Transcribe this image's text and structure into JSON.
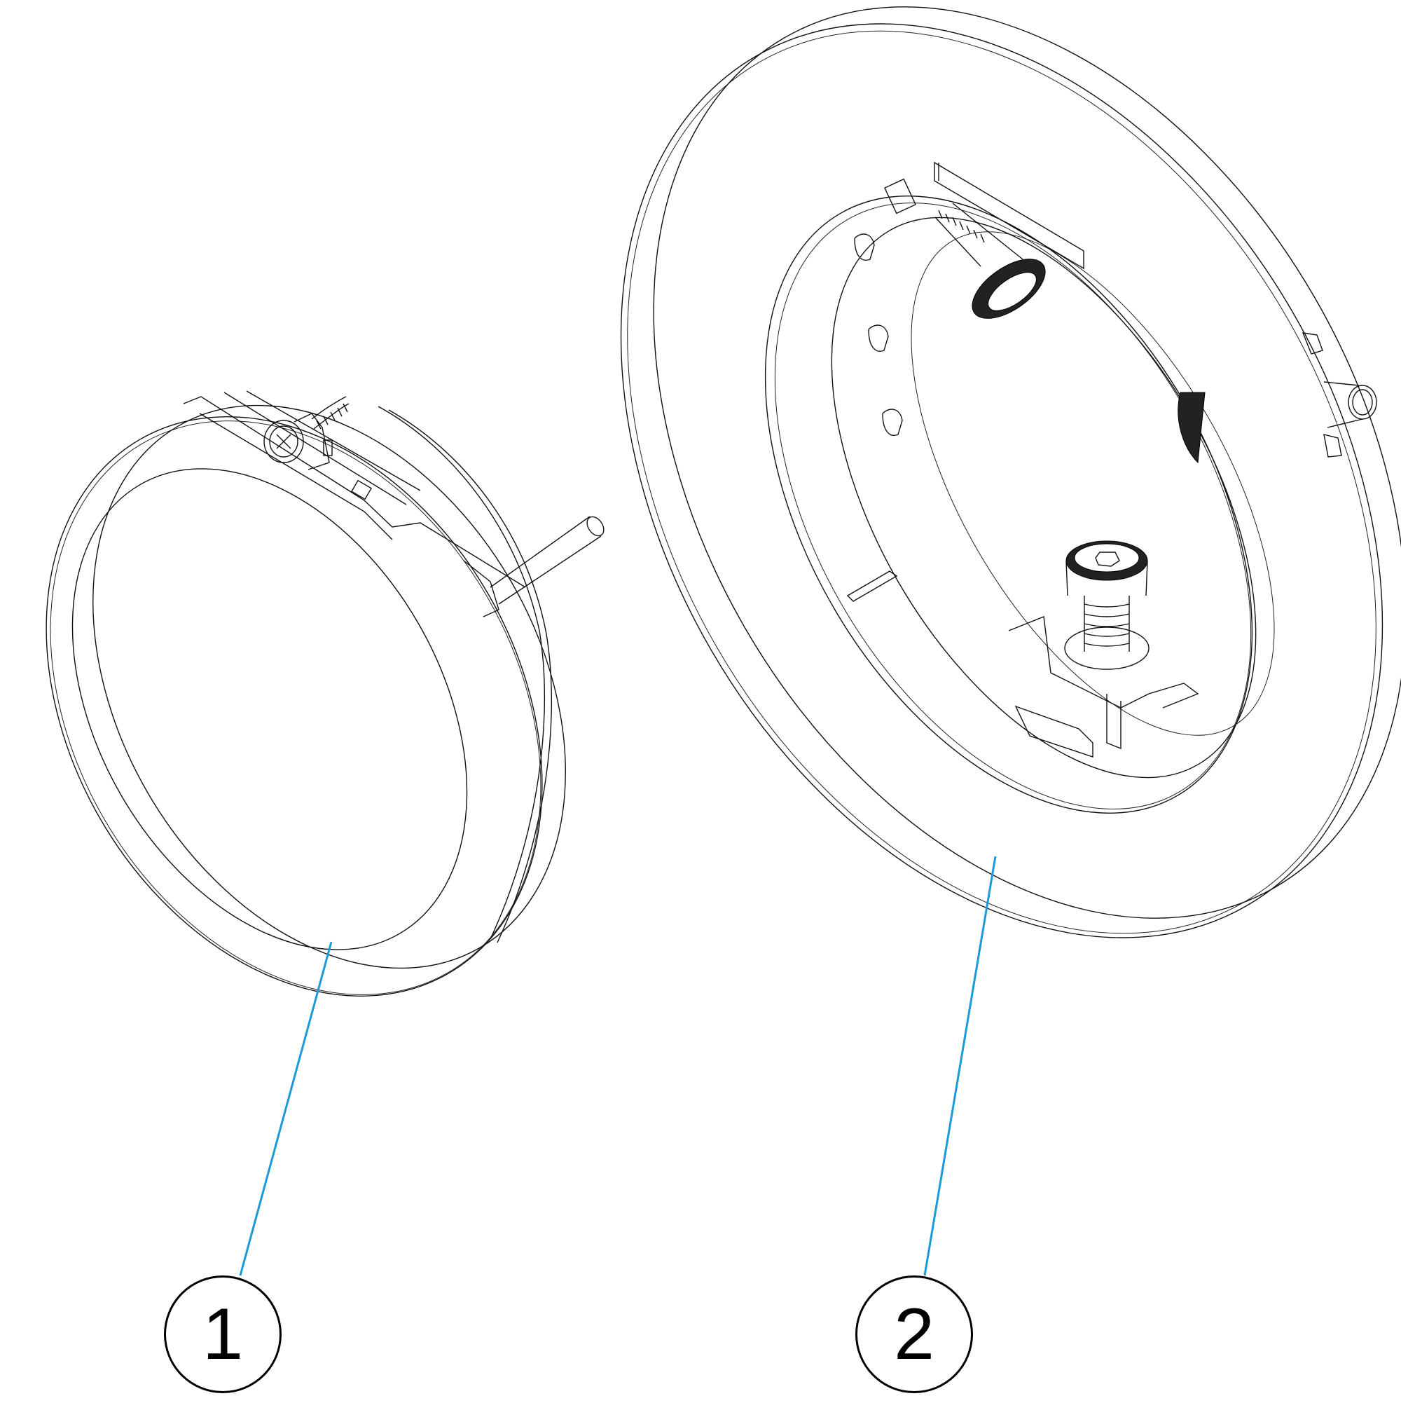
{
  "diagram": {
    "type": "exploded parts diagram",
    "leader_color": "#1a9ad6",
    "callouts": [
      {
        "number": "1",
        "part": "front cover / lens disc with screw and rod"
      },
      {
        "number": "2",
        "part": "mounting flange with adjustment screws"
      }
    ]
  }
}
